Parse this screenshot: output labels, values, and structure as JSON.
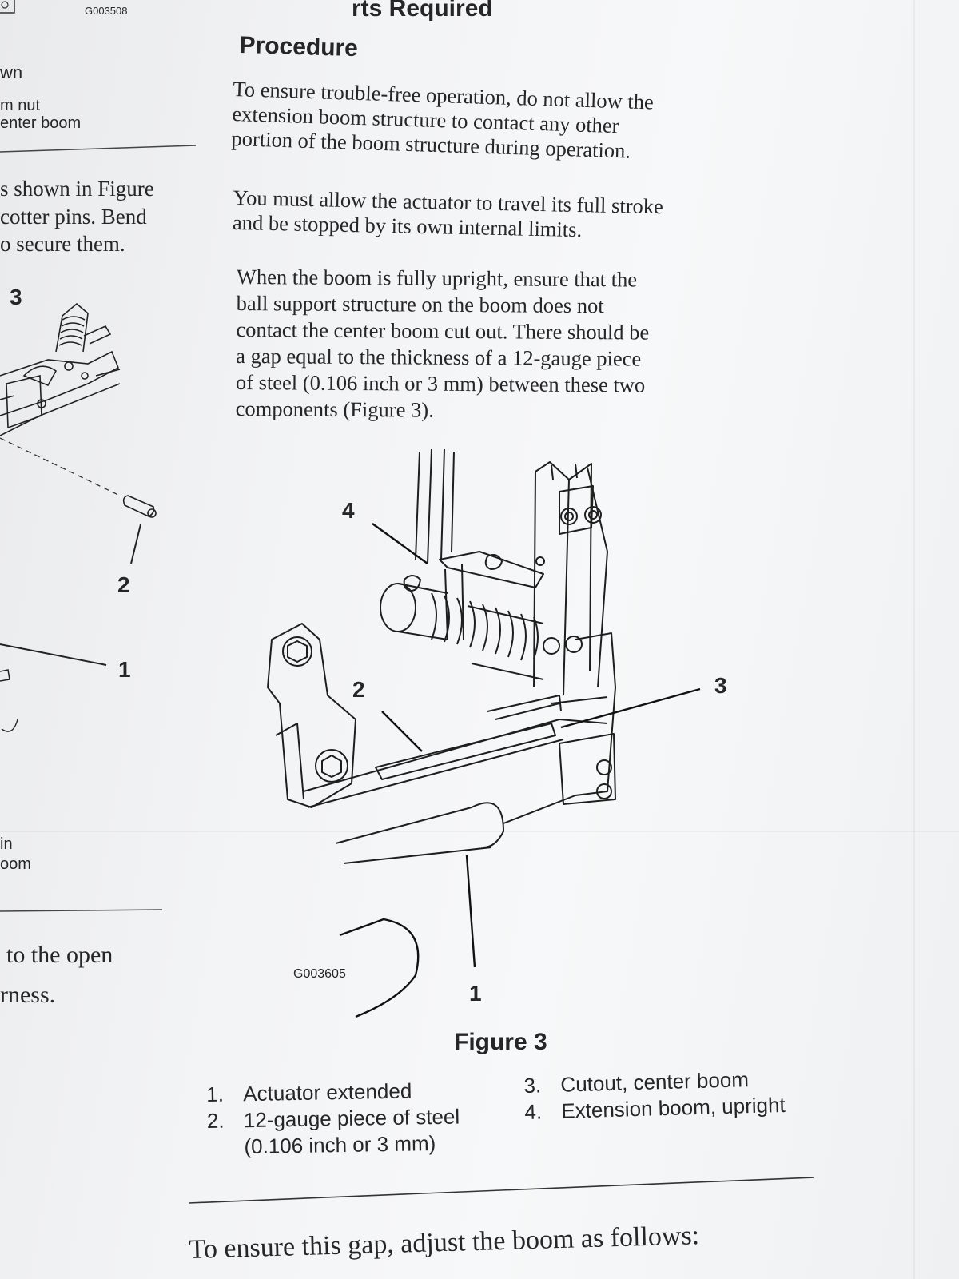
{
  "left_column": {
    "figure_code": "G003508",
    "frag_wn": "wn",
    "frag_nut": "m nut",
    "frag_center_boom": "enter boom",
    "frag_line1": "s shown in Figure",
    "frag_line2": "cotter pins. Bend",
    "frag_line3": "o secure them.",
    "callout_3": "3",
    "callout_2": "2",
    "callout_1": "1",
    "frag_in": "in",
    "frag_boom": "oom",
    "frag_open": "to the open",
    "frag_ness": "rness."
  },
  "top_heading_fragment": "rts Required",
  "procedure": {
    "heading": "Procedure",
    "para1": [
      "To ensure trouble-free operation, do not allow the",
      "extension boom structure to contact any other",
      "portion of the boom structure during operation."
    ],
    "para2": [
      "You must allow the actuator to travel its full stroke",
      "and be stopped by its own internal limits."
    ],
    "para3": [
      "When the boom is fully upright, ensure that the",
      "ball support structure on the boom does not",
      "contact the center boom cut out. There should be",
      "a gap equal to the thickness of a 12-gauge piece",
      "of steel (0.106 inch or 3 mm) between these two",
      "components (Figure 3)."
    ]
  },
  "figure3": {
    "code": "G003605",
    "callouts": {
      "c1": "1",
      "c2": "2",
      "c3": "3",
      "c4": "4"
    },
    "title": "Figure 3",
    "legend": [
      {
        "num": "1.",
        "text": "Actuator extended"
      },
      {
        "num": "2.",
        "text": "12-gauge piece of steel",
        "text2": "(0.106 inch or 3 mm)"
      },
      {
        "num": "3.",
        "text": "Cutout, center boom"
      },
      {
        "num": "4.",
        "text": "Extension boom, upright"
      }
    ]
  },
  "bottom_text": "To ensure this gap, adjust the boom as follows:"
}
